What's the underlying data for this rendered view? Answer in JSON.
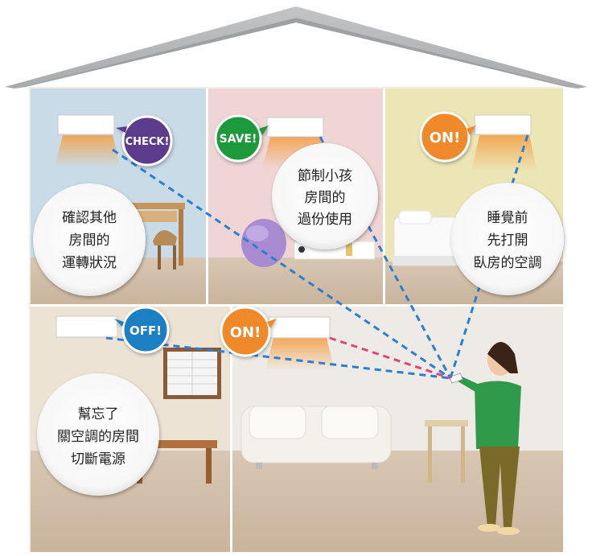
{
  "rooms": [
    {
      "id": "top-left",
      "badge": "CHECK!",
      "badge_color": "#5b3a8c",
      "caption": [
        "確認其他",
        "房間的",
        "運轉狀況"
      ]
    },
    {
      "id": "top-mid",
      "badge": "SAVE!",
      "badge_color": "#1f9a3a",
      "caption": [
        "節制小孩",
        "房間的",
        "過份使用"
      ]
    },
    {
      "id": "top-right",
      "badge": "ON!",
      "badge_color": "#f0892a",
      "caption": [
        "睡覺前",
        "先打開",
        "臥房的空調"
      ]
    },
    {
      "id": "bottom-left",
      "badge": "OFF!",
      "badge_color": "#1f7fc4",
      "caption": [
        "幫忘了",
        "關空調的房間",
        "切斷電源"
      ]
    },
    {
      "id": "bottom-mid",
      "badge": "ON!",
      "badge_color": "#f0892a"
    }
  ],
  "colors": {
    "roof": "#b7b8ba",
    "signal_blue": "#2a7fd0",
    "signal_pink": "#e0457a"
  }
}
